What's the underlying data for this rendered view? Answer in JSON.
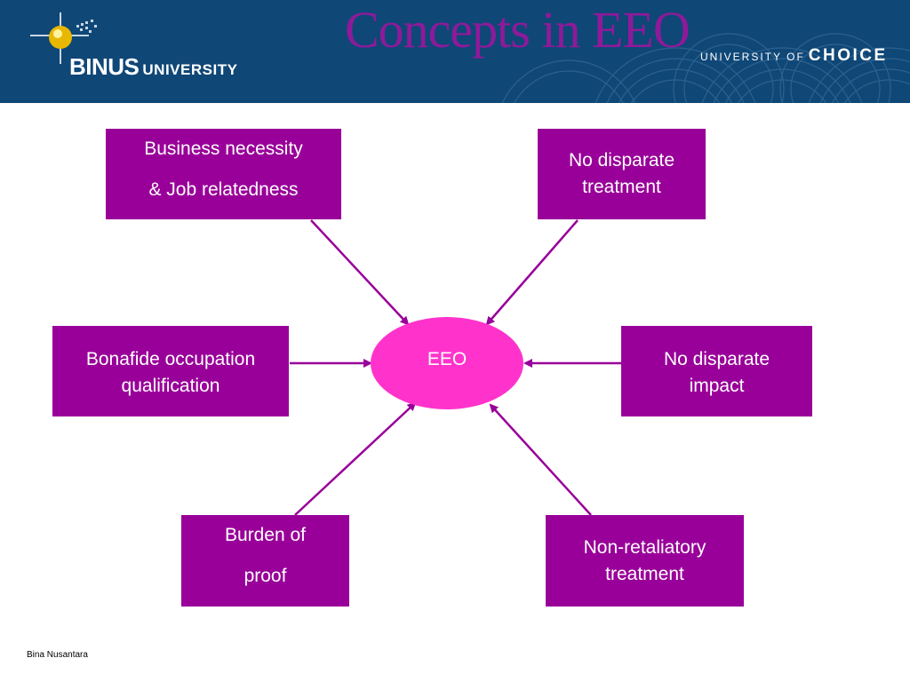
{
  "header": {
    "logo_main": "BINUS",
    "logo_sub": "UNIVERSITY",
    "tagline_small": "UNIVERSITY OF",
    "tagline_big": "CHOICE",
    "brand_color": "#0f4777",
    "logo_icon": "binus-globe-logo-icon"
  },
  "title": "Concepts in EEO",
  "diagram": {
    "center": "EEO",
    "nodes": {
      "business_necessity": [
        "Business necessity",
        "& Job relatedness"
      ],
      "no_disparate_treatment": [
        "No disparate",
        "treatment"
      ],
      "bonafide": [
        "Bonafide occupation",
        "qualification"
      ],
      "no_disparate_impact": [
        "No disparate",
        "impact"
      ],
      "burden_of_proof": [
        "Burden of",
        "proof"
      ],
      "non_retaliatory": [
        "Non-retaliatory",
        "treatment"
      ]
    },
    "box_color": "#990099",
    "center_color": "#ff33cc",
    "arrow_color": "#990099"
  },
  "footer": "Bina Nusantara"
}
